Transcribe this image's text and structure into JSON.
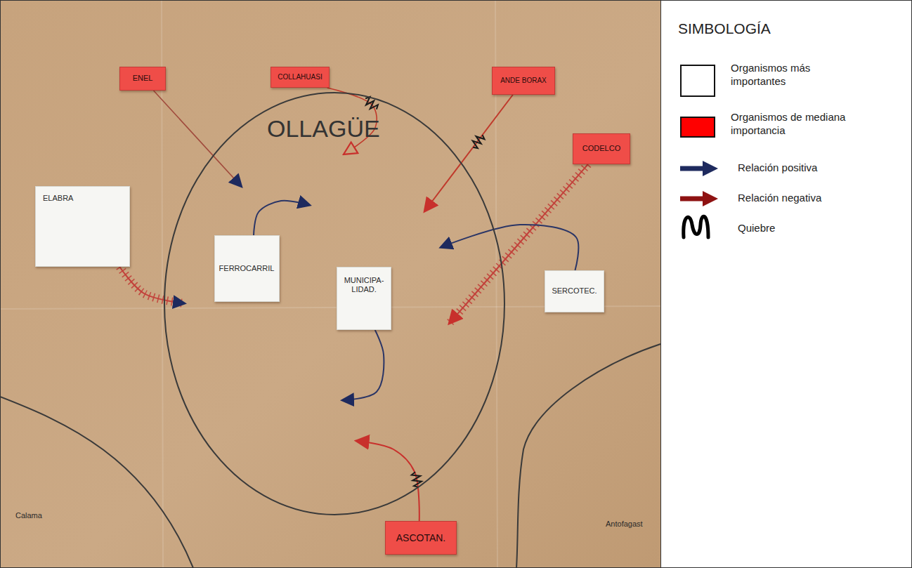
{
  "diagram": {
    "nodes": [
      {
        "text": [
          "ENEL"
        ]
      },
      {
        "text": [
          "COLLAHUASI"
        ]
      },
      {
        "text": [
          "ANDE BORAX"
        ]
      },
      {
        "text": [
          "OLLAGÜE"
        ]
      },
      {
        "text": [
          "CODELCO"
        ]
      },
      {
        "text": [
          "ELABRA"
        ]
      },
      {
        "text": [
          "FERROCARRIL"
        ],
        "in": 3
      },
      {
        "text": [
          "MUNICIPA- LIDAD."
        ],
        "in": 3
      },
      {
        "text": [
          "SERCOTEC."
        ]
      },
      {
        "text": [
          "ASCOTAN."
        ]
      }
    ],
    "edges": [
      {
        "from": 0,
        "to": 3,
        "arrow": "to"
      },
      {
        "from": 1,
        "to": 3,
        "arrow": "to"
      },
      {
        "from": 2,
        "to": 3,
        "arrow": "to"
      },
      {
        "from": 4,
        "to": 3,
        "arrow": "to"
      },
      {
        "from": 5,
        "to": 3,
        "arrow": "to"
      },
      {
        "from": 6,
        "to": 3,
        "arrow": "to"
      },
      {
        "from": 8,
        "to": 3,
        "arrow": "to"
      },
      {
        "from": 7,
        "to": 3,
        "arrow": "to"
      },
      {
        "from": 9,
        "to": 3,
        "arrow": "to"
      }
    ],
    "labels": [
      "SIMBOLOGÍA",
      "Calama",
      "Antofagast"
    ],
    "legend": [
      {
        "text": "Organismos más importantes",
        "color": "#ffffff"
      },
      {
        "text": "Organismos de mediana importancia",
        "color": "#ff0000"
      },
      {
        "text": "Relación positiva"
      },
      {
        "text": "Relación negativa"
      },
      {
        "text": "Quiebre"
      }
    ]
  }
}
